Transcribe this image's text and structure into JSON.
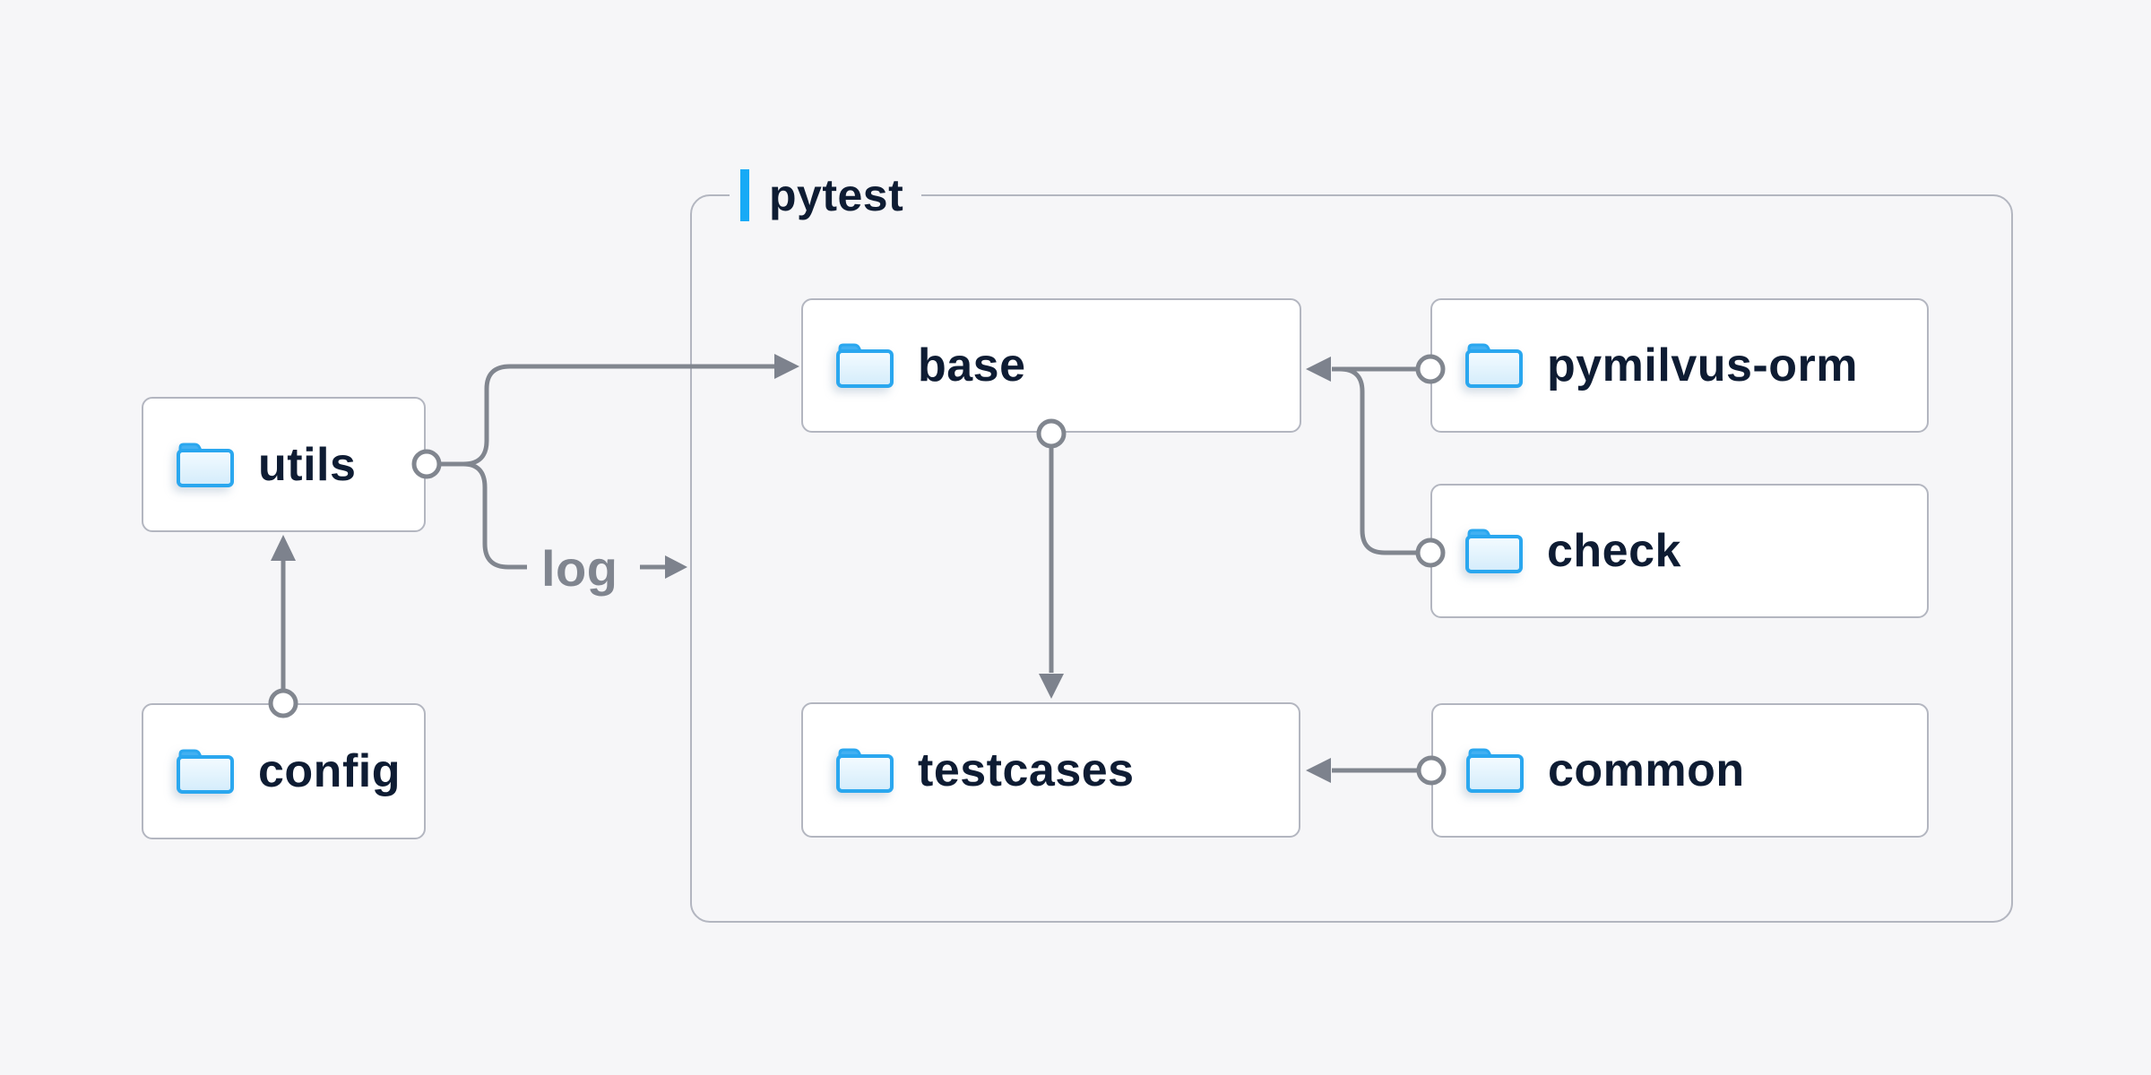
{
  "diagram": {
    "description": "Folder dependency diagram of a pytest test project",
    "container": {
      "label": "pytest"
    },
    "nodes": {
      "utils": {
        "label": "utils",
        "icon": "folder-icon"
      },
      "config": {
        "label": "config",
        "icon": "folder-icon"
      },
      "base": {
        "label": "base",
        "icon": "folder-icon"
      },
      "pymilvus_orm": {
        "label": "pymilvus-orm",
        "icon": "folder-icon"
      },
      "check": {
        "label": "check",
        "icon": "folder-icon"
      },
      "testcases": {
        "label": "testcases",
        "icon": "folder-icon"
      },
      "common": {
        "label": "common",
        "icon": "folder-icon"
      }
    },
    "edges": [
      {
        "from": "config",
        "to": "utils"
      },
      {
        "from": "utils",
        "to": "base"
      },
      {
        "from": "utils",
        "to": "pytest",
        "label": "log"
      },
      {
        "from": "base",
        "to": "testcases"
      },
      {
        "from": "pymilvus-orm",
        "to": "base"
      },
      {
        "from": "check",
        "to": "base"
      },
      {
        "from": "common",
        "to": "testcases"
      }
    ],
    "colors": {
      "background": "#f6f6f8",
      "node_background": "#ffffff",
      "node_border": "#b3b6c0",
      "node_text": "#0e1c33",
      "connector_line": "#81868f",
      "edge_label_text": "#80858f",
      "accent_blue": "#17aaf6",
      "folder_outline": "#2aa7ef",
      "folder_tab": "#42b0f2"
    }
  }
}
